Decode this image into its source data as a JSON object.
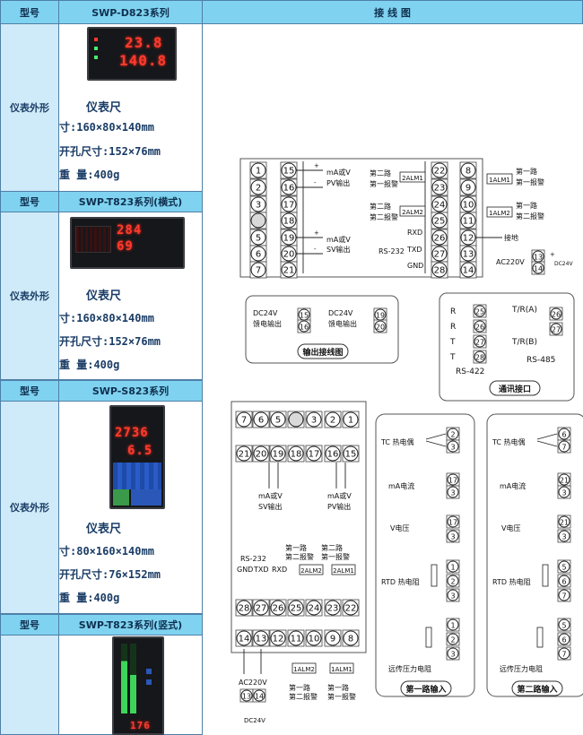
{
  "header": {
    "model": "型号",
    "model_value": "SWP-D823系列",
    "wiring": "接 线 图"
  },
  "sections": [
    {
      "model_label": "型号",
      "model": "SWP-D823系列",
      "appearance": "仪表外形",
      "readouts": [
        "23.8",
        "140.8"
      ],
      "specs": [
        "仪表尺",
        "寸:160×80×140mm",
        "开孔尺寸:152×76mm",
        "重 量:400g"
      ]
    },
    {
      "model_label": "型号",
      "model": "SWP-T823系列(横式)",
      "appearance": "仪表外形",
      "readouts": [
        "284",
        "69"
      ],
      "specs": [
        "仪表尺",
        "寸:160×80×140mm",
        "开孔尺寸:152×76mm",
        "重 量:400g"
      ]
    },
    {
      "model_label": "型号",
      "model": "SWP-S823系列",
      "appearance": "仪表外形",
      "readouts": [
        "2736",
        "6.5"
      ],
      "specs": [
        "仪表尺",
        "寸:80×160×140mm",
        "开孔尺寸:76×152mm",
        "重 量:400g"
      ]
    },
    {
      "model_label": "型号",
      "model": "SWP-T823系列(竖式)",
      "appearance": "仪表外形",
      "readouts": [
        "176"
      ]
    }
  ],
  "diagram1": {
    "col1": [
      "1",
      "2",
      "3",
      "",
      "5",
      "6",
      "7"
    ],
    "col2": [
      "15",
      "16",
      "17",
      "18",
      "19",
      "20",
      "21"
    ],
    "col3": [
      "22",
      "23",
      "24",
      "25",
      "26",
      "27",
      "28"
    ],
    "col4": [
      "8",
      "9",
      "10",
      "11",
      "12",
      "13",
      "14"
    ],
    "pv": [
      "mA或V",
      "PV输出"
    ],
    "sv": [
      "mA或V",
      "SV输出"
    ],
    "alarm2": [
      "第二路",
      "第一报警"
    ],
    "alarm2b": [
      "第二路",
      "第二报警"
    ],
    "alarm1": [
      "第一路",
      "第一报警"
    ],
    "alarm1b": [
      "第一路",
      "第二报警"
    ],
    "alm_tags": [
      "2ALM1",
      "2ALM2",
      "1ALM1",
      "1ALM2"
    ],
    "rxd": "RXD",
    "txd": "TXD",
    "gnd": "GND",
    "rs232": "RS-232",
    "ground": "接地",
    "ac": "AC220V",
    "dc": "DC24V",
    "dc_terms": [
      "13",
      "14"
    ],
    "pm": [
      "+",
      "-"
    ]
  },
  "output_box": {
    "feed1": [
      "DC24V",
      "馈电输出"
    ],
    "t1": [
      "15",
      "16"
    ],
    "feed2": [
      "DC24V",
      "馈电输出"
    ],
    "t2": [
      "19",
      "20"
    ],
    "caption": "输出接线图"
  },
  "comm_box": {
    "rs422_labels": [
      "R",
      "R",
      "T",
      "T"
    ],
    "rs422_terms": [
      "25",
      "26",
      "27",
      "28"
    ],
    "rs485_labels": [
      "T/R(A)",
      "T/R(B)"
    ],
    "rs485_terms": [
      "26",
      "27"
    ],
    "rs422": "RS-422",
    "rs485": "RS-485",
    "caption": "通讯接口"
  },
  "diagram2": {
    "top": [
      "7",
      "6",
      "5",
      "",
      "3",
      "2",
      "1"
    ],
    "row2": [
      "21",
      "20",
      "19",
      "18",
      "17",
      "16",
      "15"
    ],
    "row3": [
      "28",
      "27",
      "26",
      "25",
      "24",
      "23",
      "22"
    ],
    "row4": [
      "14",
      "13",
      "12",
      "11",
      "10",
      "9",
      "8"
    ],
    "sv": [
      "mA或V",
      "SV输出"
    ],
    "pv": [
      "mA或V",
      "PV输出"
    ],
    "rs232": "RS-232",
    "gnd": "GND",
    "txd": "TXD",
    "rxd": "RXD",
    "alarm_top": [
      "第一路",
      "第二报警",
      "第二路",
      "第一报警"
    ],
    "alm_top_tags": [
      "2ALM2",
      "2ALM1"
    ],
    "ac": "AC220V",
    "dc": "DC24V",
    "dc_terms": [
      "13",
      "14"
    ],
    "alm_bot_tags": [
      "1ALM2",
      "1ALM1"
    ],
    "alarm_bot": [
      "第一路",
      "第二报警",
      "第一路",
      "第一报警"
    ]
  },
  "input1": {
    "tc": "TC 热电偶",
    "tc_terms": [
      "2",
      "3"
    ],
    "ma": "mA电流",
    "ma_terms": [
      "17",
      "3"
    ],
    "v": "V电压",
    "v_terms": [
      "17",
      "3"
    ],
    "rtd": "RTD 热电阻",
    "rtd_terms": [
      "1",
      "2",
      "3"
    ],
    "remote": "远传压力电阻",
    "remote_terms": [
      "1",
      "2",
      "3"
    ],
    "caption": "第一路输入"
  },
  "input2": {
    "tc": "TC 热电偶",
    "tc_terms": [
      "6",
      "7"
    ],
    "ma": "mA电流",
    "ma_terms": [
      "21",
      "3"
    ],
    "v": "V电压",
    "v_terms": [
      "21",
      "3"
    ],
    "rtd": "RTD 热电阻",
    "rtd_terms": [
      "5",
      "6",
      "7"
    ],
    "remote": "远传压力电阻",
    "remote_terms": [
      "5",
      "6",
      "7"
    ],
    "caption": "第二路输入"
  }
}
